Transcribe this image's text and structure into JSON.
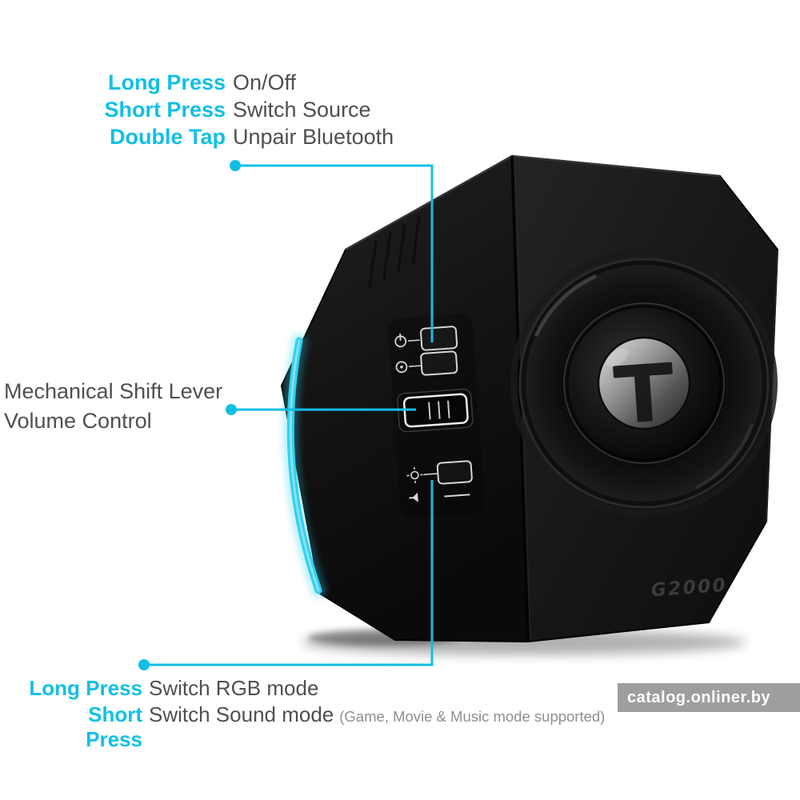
{
  "colors": {
    "accent_cyan": "#12bfe4",
    "led_cyan": "#2fd0f0",
    "led_glow": "#2fd0f0",
    "text_dark": "#4f4f4f",
    "note_gray": "#8f8f8f",
    "watermark_bg": "#969696",
    "body_black": "#151515"
  },
  "annotations": {
    "top": {
      "rows": [
        {
          "highlight": "Long Press",
          "text": "On/Off"
        },
        {
          "highlight": "Short Press",
          "text": "Switch Source"
        },
        {
          "highlight": "Double Tap",
          "text": "Unpair Bluetooth"
        }
      ]
    },
    "middle": {
      "line1": "Mechanical Shift Lever",
      "line2": "Volume Control"
    },
    "bottom": {
      "rows": [
        {
          "highlight": "Long Press",
          "text": "Switch RGB mode",
          "note": ""
        },
        {
          "highlight": "Short Press",
          "text": "Switch Sound mode",
          "note": "(Game, Movie & Music mode supported)"
        }
      ]
    }
  },
  "product": {
    "model": "G2000"
  },
  "watermark": {
    "text": "catalog.onliner.by"
  }
}
